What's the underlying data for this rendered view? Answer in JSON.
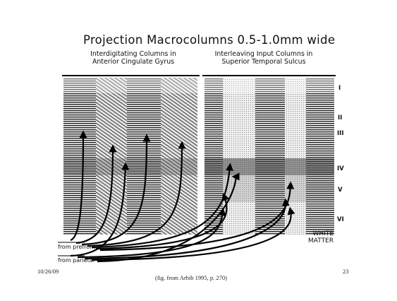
{
  "title": "Projection Macrocolumns 0.5-1.0mm wide",
  "left_panel": {
    "line1": "Interdigitating Columns in",
    "line2": "Anterior Cingulate Gyrus"
  },
  "right_panel": {
    "line1": "Interleaving Input Columns in",
    "line2": "Superior Temporal Sulcus"
  },
  "layers": [
    "I",
    "II",
    "III",
    "IV",
    "V",
    "VI"
  ],
  "white_matter": {
    "line1": "WHITE",
    "line2": "MATTER"
  },
  "sources": {
    "prefrontal": "from prefrontal",
    "parietal": "from parietal"
  },
  "footer": {
    "date": "10/26/09",
    "caption": "(fig. from Arbib 1995, p. 270)",
    "page": "23"
  }
}
